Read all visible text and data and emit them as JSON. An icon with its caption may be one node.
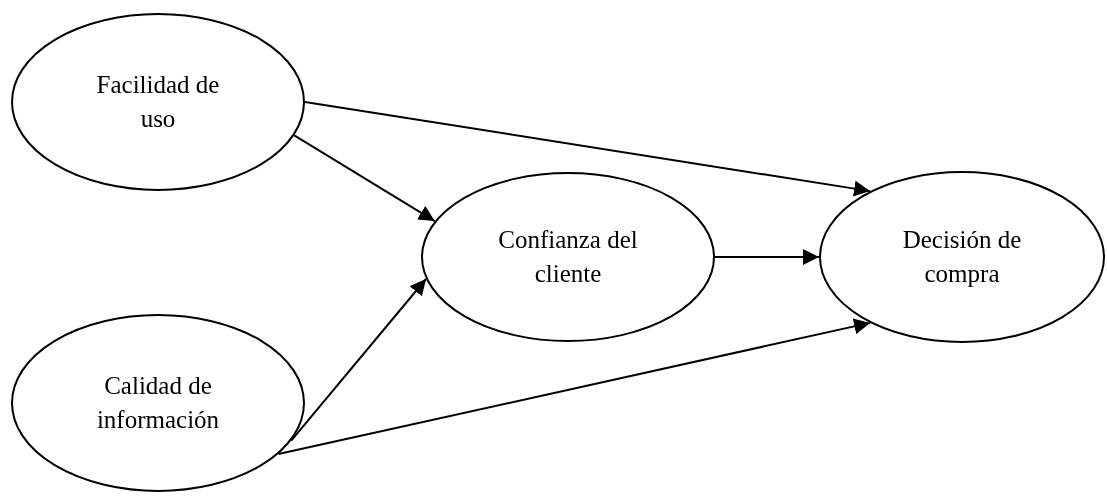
{
  "diagram": {
    "nodes": [
      {
        "text": [
          "Facilidad de uso"
        ]
      },
      {
        "text": [
          "Confianza del cliente"
        ]
      },
      {
        "text": [
          "Decisión de compra"
        ]
      },
      {
        "text": [
          "Calidad de información"
        ]
      }
    ],
    "edges": [
      {
        "from": 0,
        "to": 2,
        "arrow": "to"
      },
      {
        "from": 0,
        "to": 1,
        "arrow": "to"
      },
      {
        "from": 3,
        "to": 1,
        "arrow": "to"
      },
      {
        "from": 1,
        "to": 2,
        "arrow": "to"
      },
      {
        "from": 3,
        "to": 2,
        "arrow": "to"
      }
    ]
  }
}
